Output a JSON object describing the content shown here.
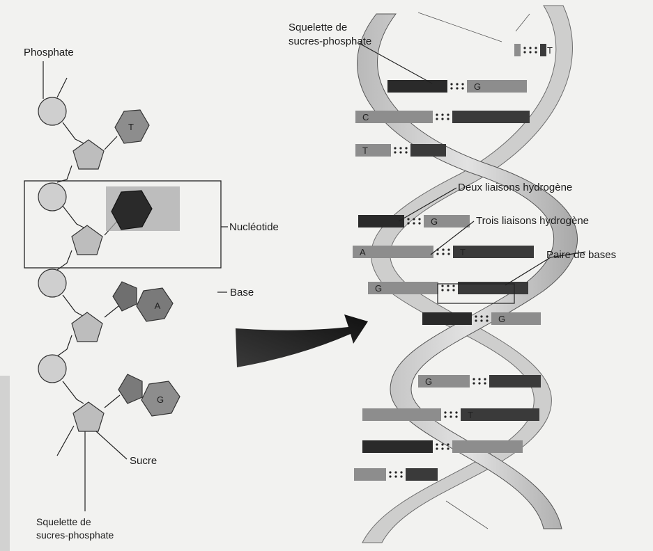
{
  "labels": {
    "phosphate": "Phosphate",
    "nucleotide": "Nucléotide",
    "base": "Base",
    "sugar": "Sucre",
    "backbone_left_line1": "Squelette de",
    "backbone_left_line2": "sucres-phosphate",
    "backbone_right_line1": "Squelette de",
    "backbone_right_line2": "sucres-phosphate",
    "two_h_bonds": "Deux liaisons hydrogène",
    "three_h_bonds": "Trois liaisons hydrogène",
    "base_pair": "Paire de bases"
  },
  "strand_bases": [
    {
      "letter": "T",
      "type": "pyrimidine"
    },
    {
      "letter": "",
      "type": "pyrimidine"
    },
    {
      "letter": "A",
      "type": "purine"
    },
    {
      "letter": "G",
      "type": "purine"
    }
  ],
  "helix_pairs": [
    {
      "left": "",
      "right": "T"
    },
    {
      "left": "",
      "right": "G"
    },
    {
      "left": "C",
      "right": ""
    },
    {
      "left": "T",
      "right": ""
    },
    {
      "left": "",
      "right": "G"
    },
    {
      "left": "A",
      "right": "T"
    },
    {
      "left": "G",
      "right": ""
    },
    {
      "left": "",
      "right": "G"
    },
    {
      "left": "G",
      "right": ""
    },
    {
      "left": "",
      "right": "T"
    },
    {
      "left": "",
      "right": ""
    }
  ],
  "colors": {
    "background": "#f2f2f0",
    "phosphate": "#cfcfcf",
    "sugar": "#bdbdbd",
    "base_light": "#8d8d8d",
    "base_dark": "#2a2a2a",
    "ribbon": "#d4d4d4",
    "ribbon_shadow": "#a9a9a9",
    "arrow": "#1e1e1e"
  }
}
